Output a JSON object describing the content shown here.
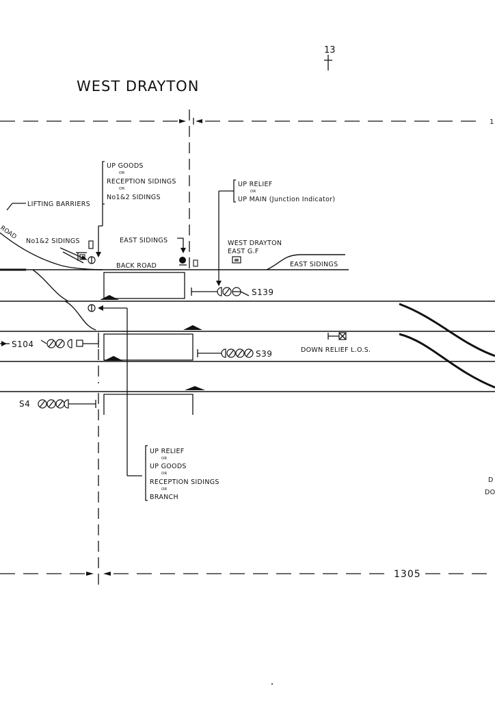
{
  "title": "WEST DRAYTON",
  "page_marker": "13",
  "mileage": {
    "top_right": "1",
    "bottom": "1305"
  },
  "labels": {
    "lifting_barriers": "LIFTING BARRIERS",
    "up_goods_box": {
      "line1": "UP GOODS",
      "or1": "OR",
      "line2": "RECEPTION SIDINGS",
      "or2": "OR",
      "line3": "No1&2 SIDINGS"
    },
    "up_relief_box": {
      "line1": "UP RELIEF",
      "or1": "OR",
      "line2": "UP MAIN (Junction Indicator)"
    },
    "no12_sidings": "No1&2 SIDINGS",
    "east_sidings_left": "EAST SIDINGS",
    "back_road": "BACK ROAD",
    "west_drayton_gf": {
      "line1": "WEST DRAYTON",
      "line2": "EAST G.F"
    },
    "east_sidings_right": "EAST SIDINGS",
    "down_relief_los": "DOWN RELIEF L.O.S.",
    "bottom_box": {
      "line1": "UP RELIEF",
      "or1": "OR",
      "line2": "UP GOODS",
      "or2": "OR",
      "line3": "RECEPTION SIDINGS",
      "or3": "OR",
      "line4": "BRANCH"
    },
    "cut_right_1": "D",
    "cut_right_2": "DO",
    "cut_left": "ROAD"
  },
  "signals": {
    "s139": "S139",
    "s104": "S104",
    "s39": "S39",
    "s4": "S4"
  }
}
